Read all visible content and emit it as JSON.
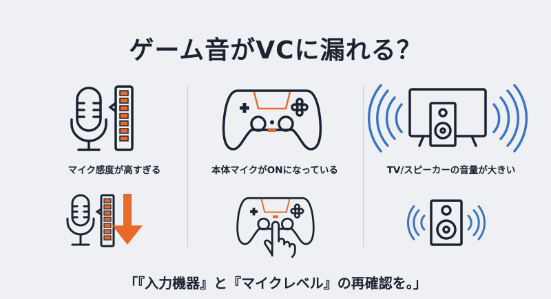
{
  "title": "ゲーム音がVCに漏れる？",
  "columns": [
    {
      "caption": "マイク感度が高すぎる",
      "icon": "microphone-level-icon",
      "fix_icon": "microphone-level-down-icon"
    },
    {
      "caption": "本体マイクがONになっている",
      "icon": "game-controller-icon",
      "fix_icon": "controller-mute-press-icon"
    },
    {
      "caption": "TV/スピーカーの音量が大きい",
      "icon": "tv-speaker-sound-icon",
      "fix_icon": "speaker-sound-icon"
    }
  ],
  "bottom_message": "「『入力機器』と『マイクレベル』の再確認を。」",
  "colors": {
    "accent": "#e8692a",
    "sound": "#3a74c4",
    "ink": "#1c2230",
    "background": "#eff0f4"
  }
}
